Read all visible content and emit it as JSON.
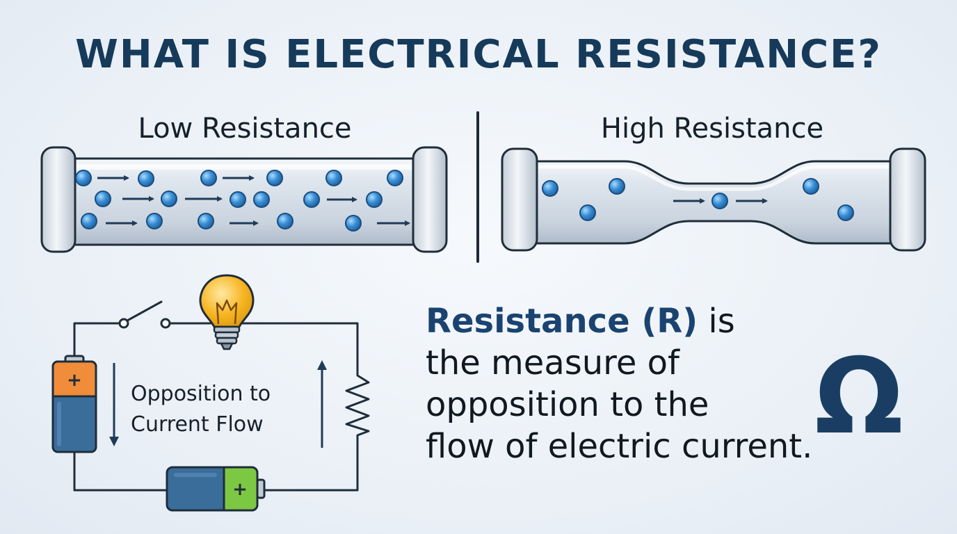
{
  "title": "WHAT IS ELECTRICAL RESISTANCE?",
  "panels": {
    "low": {
      "label": "Low Resistance"
    },
    "high": {
      "label": "High Resistance"
    }
  },
  "circuit": {
    "label_line1": "Opposition to",
    "label_line2": "Current Flow",
    "battery_top_symbol": "+",
    "battery_bottom_symbol": "+"
  },
  "definition": {
    "lead": "Resistance (R)",
    "lead_suffix": " is",
    "line2": "the measure of",
    "line3": "opposition to the",
    "line4": "flow of electric current."
  },
  "symbol": {
    "omega": "Ω"
  },
  "colors": {
    "title": "#163a5a",
    "electron": "#3a8fd6",
    "battery_orange": "#f08c3a",
    "battery_green": "#7dc843",
    "battery_body": "#3a6d9a",
    "bulb": "#f6b622",
    "omega": "#1a3e63"
  }
}
